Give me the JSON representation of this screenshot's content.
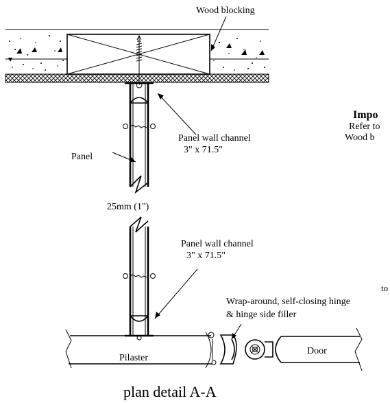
{
  "labels": {
    "wood_blocking": "Wood blocking",
    "panel": "Panel",
    "panel_wall_channel_top": "Panel wall channel",
    "channel_size_top": "3\" x  71.5\"",
    "thickness": "25mm (1\")",
    "panel_wall_channel_bottom": "Panel wall channel",
    "channel_size_bottom": "3\" x  71.5\"",
    "hinge": "Wrap-around, self-closing hinge",
    "hinge_filler": "& hinge side filler",
    "pilaster": "Pilaster",
    "door": "Door",
    "important_title": "Impo",
    "important_line1": "Refer to",
    "important_line2": "Wood b",
    "fragment_to": "to",
    "caption": "plan detail A-A"
  }
}
